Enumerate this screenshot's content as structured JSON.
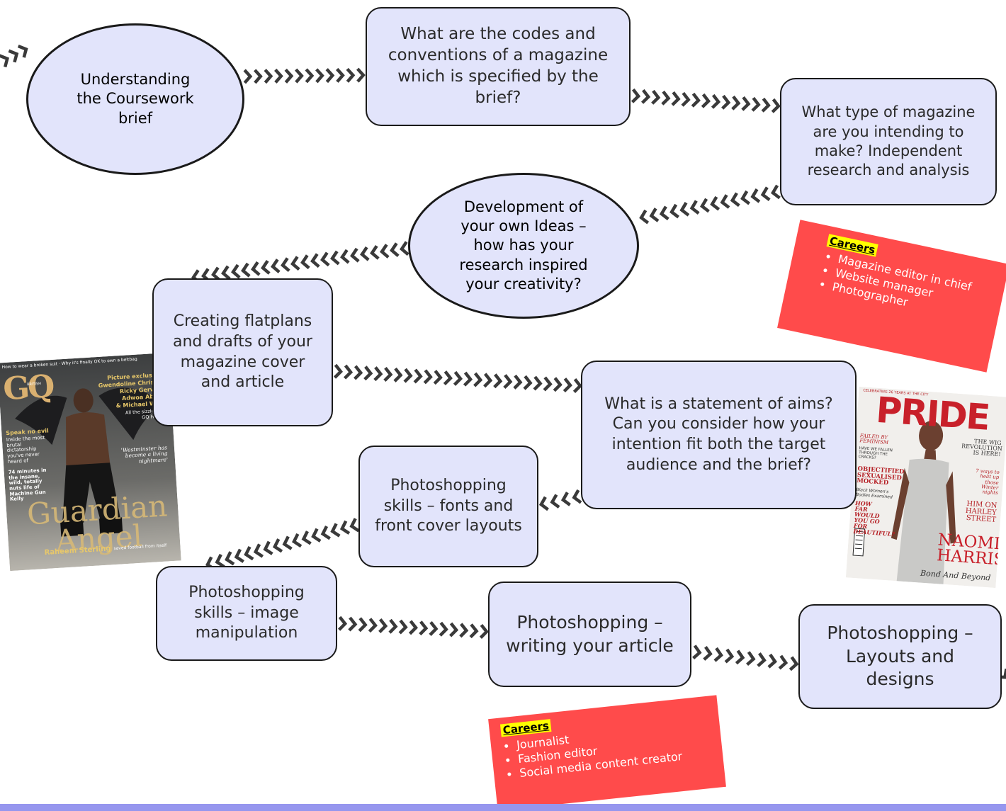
{
  "steps": [
    {
      "text": "Understanding the Coursework brief"
    },
    {
      "text": "What are the codes and conventions of a magazine which is specified by the brief?"
    },
    {
      "text": "What type of magazine are you intending to make? Independent research and analysis"
    },
    {
      "text": "Development of your own Ideas – how has your research inspired your creativity?"
    },
    {
      "text": "Creating flatplans and drafts of your magazine cover and article"
    },
    {
      "text": "What is a statement of aims? Can you consider how your intention fit both the target audience and the brief?"
    },
    {
      "text": "Photoshopping skills – fonts and front cover layouts"
    },
    {
      "text": "Photoshopping skills – image manipulation"
    },
    {
      "text": "Photoshopping – writing your article"
    },
    {
      "text": "Photoshopping – Layouts and designs"
    }
  ],
  "careers": [
    {
      "title": "Careers",
      "items": [
        "Magazine editor in chief",
        "Website manager",
        "Photographer"
      ]
    },
    {
      "title": "Careers",
      "items": [
        "Journalist",
        "Fashion editor",
        "Social media content creator"
      ]
    }
  ],
  "covers": {
    "gq": {
      "masthead": "GQ",
      "edition": "BRITISH",
      "topline": "How to wear a broken suit · Why it's finally OK to own a beltbag",
      "headline": "Guardian Angel",
      "cover_star": "Raheem Sterling",
      "strapline": "saved football from itself",
      "lines": [
        "Picture exclusive!",
        "Gwendoline Christie,",
        "Ricky Gervais,",
        "Adwoa Aboah",
        "& Michael Wolff",
        "All the sizzle from GQ Heroes",
        "Speak no evil",
        "Inside the most brutal dictatorship you've never heard of",
        "74 minutes in the insane, wild, totally nuts life of Machine Gun Kelly",
        "'Westminster has become a living nightmare'"
      ]
    },
    "pride": {
      "masthead": "PRIDE",
      "topline": "CELEBRATING 26 YEARS AT THE CITY",
      "cover_star": "NAOMIE HARRIS",
      "tagline": "Bond And Beyond",
      "lines": [
        "FAILED BY FEMINISM",
        "HAVE WE FALLEN THROUGH THE CRACKS?",
        "OBJECTIFIED SEXUALISED MOCKED",
        "Black Women's Bodies Examined",
        "HOW FAR WOULD YOU GO FOR BEAUTIFUL?",
        "THE WIG REVOLUTION IS HERE!",
        "7 ways to heat up those Winter nights",
        "HIM ON HARLEY STREET"
      ]
    }
  },
  "colors": {
    "node_fill": "#e2e4fb",
    "arrow": "#3a3a3a",
    "careers_bg": "#ff4b4b",
    "careers_title_bg": "#ffff00",
    "bottom_bar": "#9696ee"
  }
}
